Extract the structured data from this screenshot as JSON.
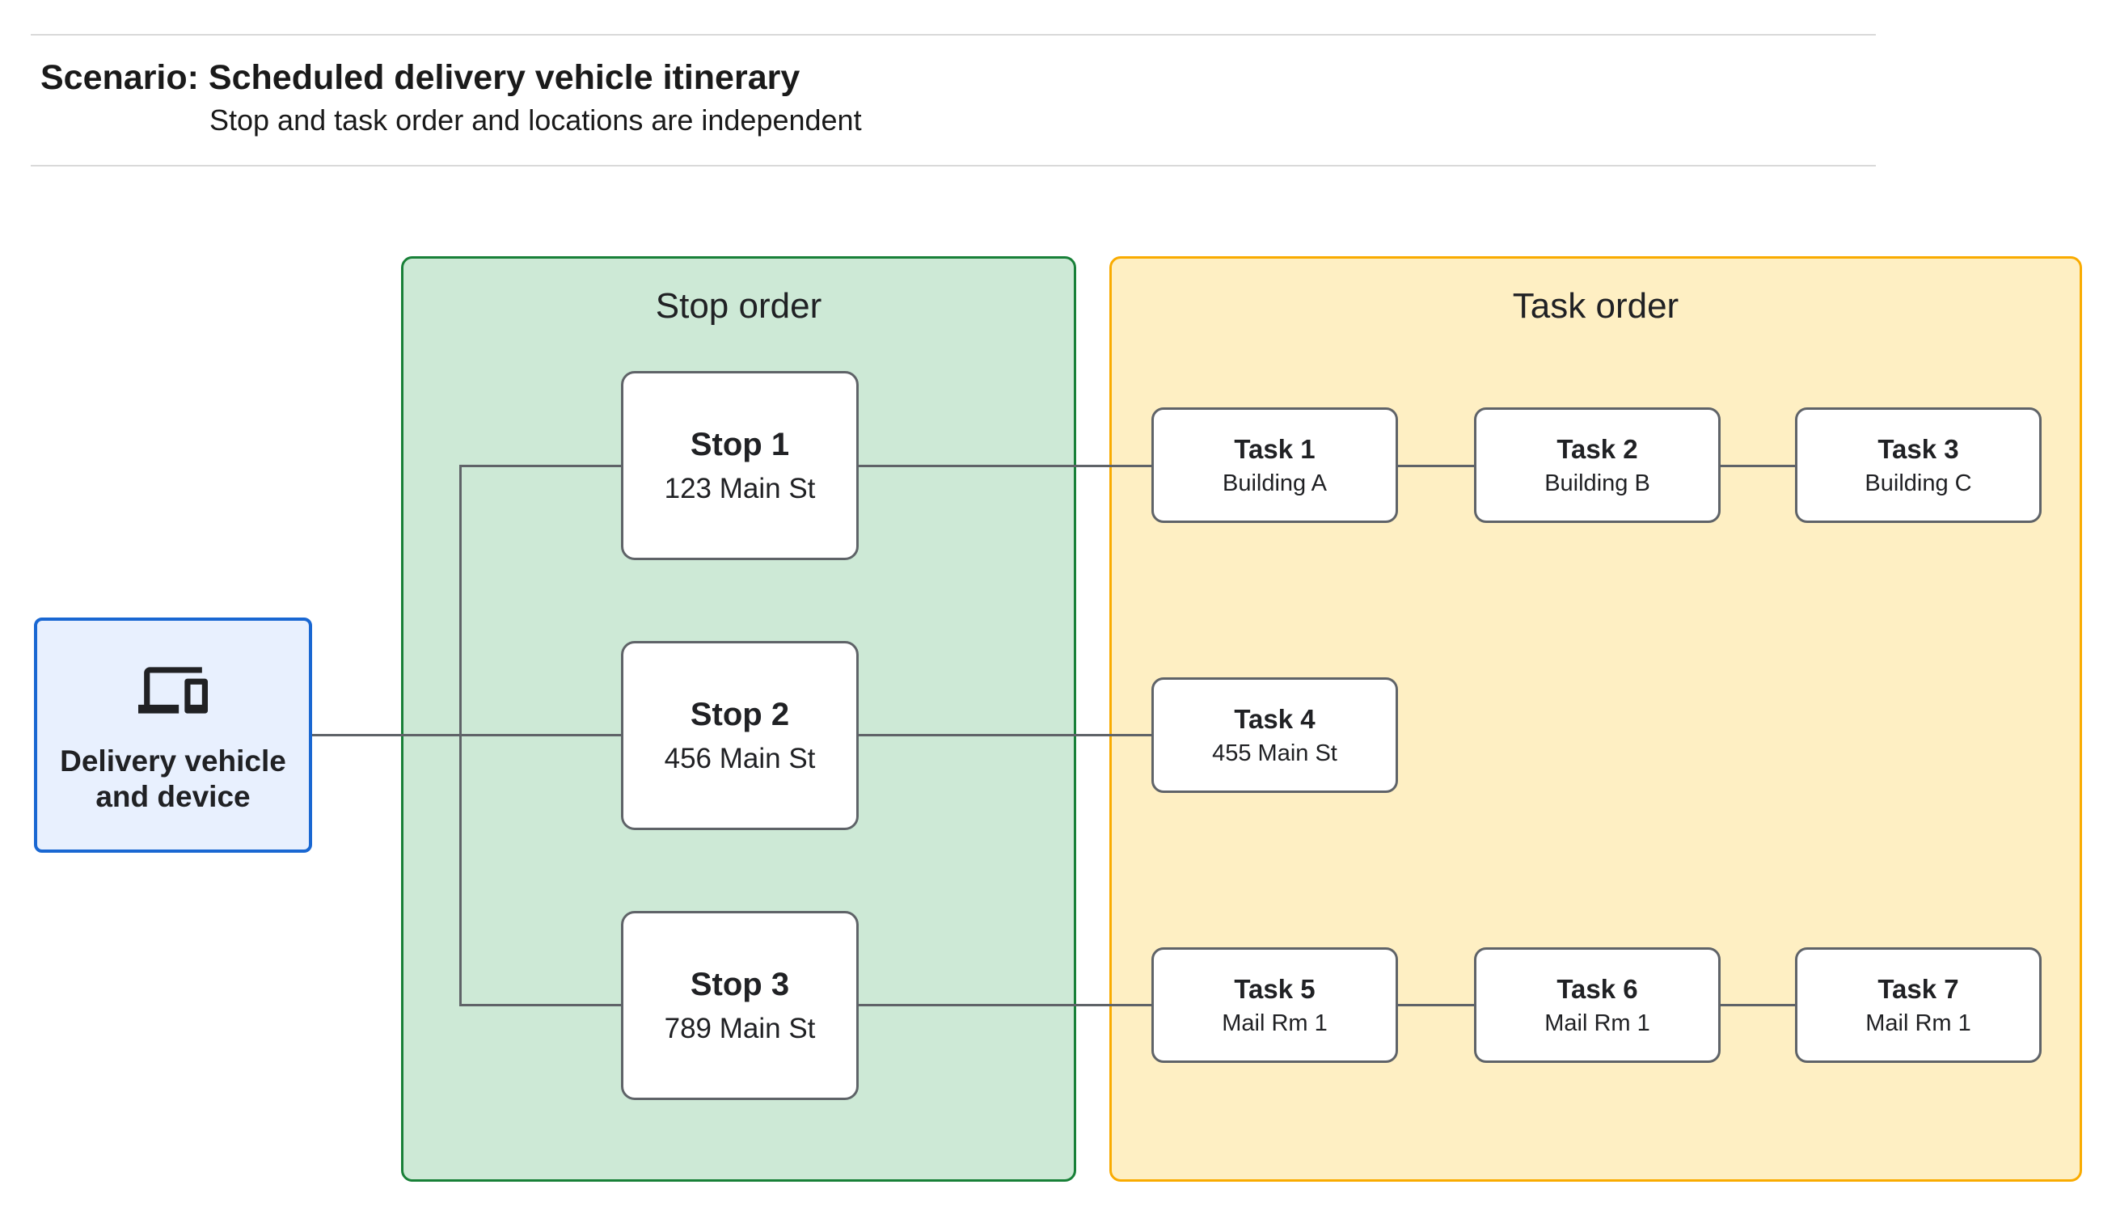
{
  "header": {
    "title_prefix": "Scenario:",
    "title": "Scheduled delivery vehicle itinerary",
    "subtitle": "Stop and task order and locations are independent"
  },
  "device": {
    "icon": "devices-icon",
    "label_line1": "Delivery vehicle",
    "label_line2": "and device"
  },
  "stop_panel": {
    "title": "Stop order",
    "stops": [
      {
        "name": "Stop 1",
        "address": "123 Main St"
      },
      {
        "name": "Stop 2",
        "address": "456 Main St"
      },
      {
        "name": "Stop 3",
        "address": "789 Main St"
      }
    ]
  },
  "task_panel": {
    "title": "Task order",
    "rows": [
      [
        {
          "name": "Task 1",
          "location": "Building A"
        },
        {
          "name": "Task 2",
          "location": "Building B"
        },
        {
          "name": "Task 3",
          "location": "Building C"
        }
      ],
      [
        {
          "name": "Task 4",
          "location": "455 Main St"
        }
      ],
      [
        {
          "name": "Task 5",
          "location": "Mail Rm 1"
        },
        {
          "name": "Task 6",
          "location": "Mail Rm 1"
        },
        {
          "name": "Task 7",
          "location": "Mail Rm 1"
        }
      ]
    ]
  },
  "colors": {
    "device_fill": "#e8f0fe",
    "device_border": "#1967d2",
    "stop_panel_fill": "#cde9d6",
    "stop_panel_border": "#188038",
    "task_panel_fill": "#feefc3",
    "task_panel_border": "#f9ab00",
    "node_border": "#5f6368",
    "connector": "#5f6368",
    "text": "#202124"
  }
}
